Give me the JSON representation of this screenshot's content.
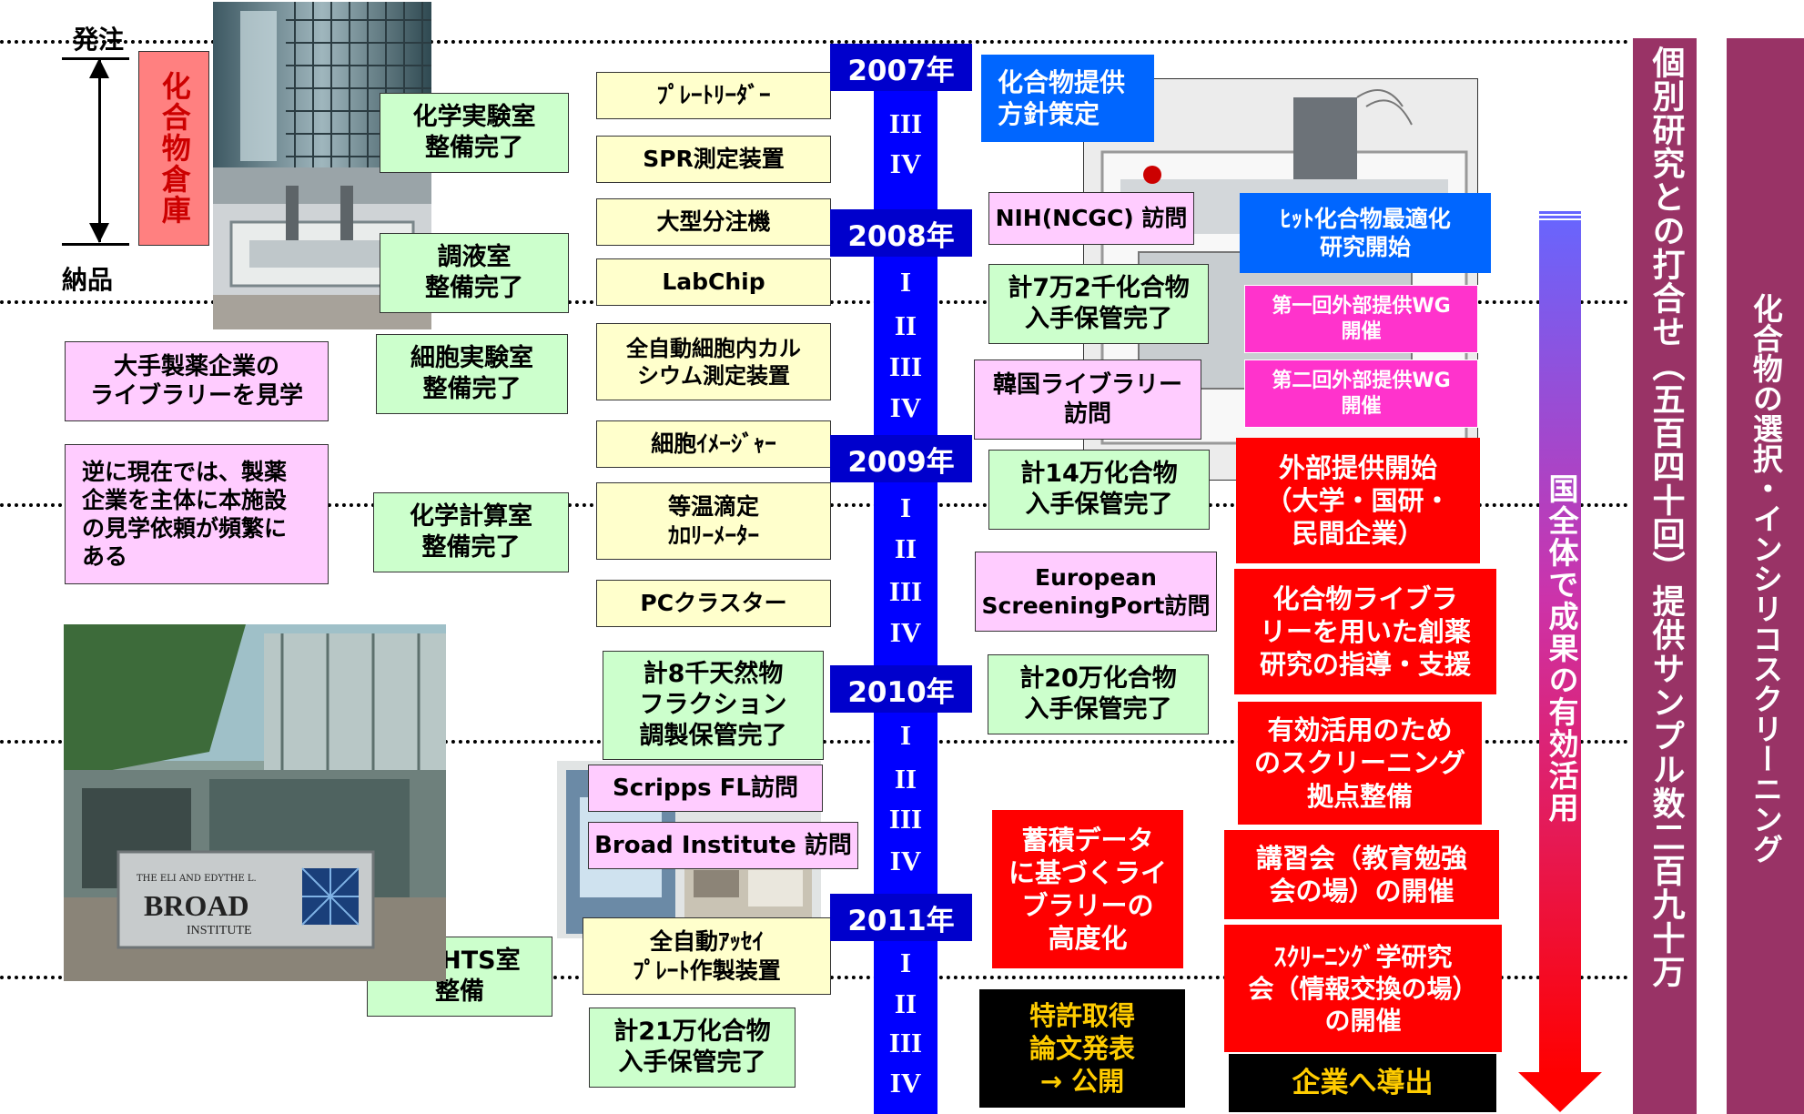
{
  "order_label": "発注",
  "delivery_label": "納品",
  "warehouse": "化合物倉庫",
  "years": [
    "2007年",
    "2008年",
    "2009年",
    "2010年",
    "2011年"
  ],
  "quarters": {
    "q1": "I",
    "q2": "II",
    "q3": "III",
    "q4": "IV"
  },
  "rooms": [
    "化学実験室\n整備完了",
    "調液室\n整備完了",
    "細胞実験室\n整備完了",
    "化学計算室\n整備完了",
    "第2HTS室\n整備"
  ],
  "equipment": [
    "ﾌﾟﾚｰﾄﾘｰﾀﾞｰ",
    "SPR測定装置",
    "大型分注機",
    "LabChip",
    "全自動細胞内カル\nシウム測定装置",
    "細胞ｲﾒｰｼﾞｬｰ",
    "等温滴定\nｶﾛﾘｰﾒｰﾀｰ",
    "PCクラスター",
    "全自動ｱｯｾｲ\nﾌﾟﾚｰﾄ作製装置"
  ],
  "fraction": "計8千天然物\nフラクション\n調製保管完了",
  "visits_left": [
    "Scripps FL訪問",
    "Broad Institute 訪問"
  ],
  "total_2011": "計21万化合物\n入手保管完了",
  "pharma_visit": "大手製薬企業の\nライブラリーを見学",
  "reverse_visit": "逆に現在では、製薬\n企業を主体に本施設\nの見学依頼が頻繁に\nある",
  "policy": "化合物提供\n方針策定",
  "nih": "NIH(NCGC) 訪問",
  "total_70k": "計7万2千化合物\n入手保管完了",
  "korea": "韓国ライブラリー\n訪問",
  "total_140k": "計14万化合物\n入手保管完了",
  "european": "European\nScreeningPort訪問",
  "total_200k": "計20万化合物\n入手保管完了",
  "accumulate": "蓄積データ\nに基づくライ\nブラリーの\n高度化",
  "patent": "特許取得\n論文発表\n→ 公開",
  "hit_opt": "ﾋｯﾄ化合物最適化\n研究開始",
  "wg1": "第一回外部提供WG\n開催",
  "wg2": "第二回外部提供WG\n開催",
  "external": "外部提供開始\n（大学・国研・\n民間企業）",
  "library_guidance": "化合物ライブラ\nリーを用いた創薬\n研究の指導・支援",
  "screening_base": "有効活用のため\nのスクリーニング\n拠点整備",
  "workshop": "講習会（教育勉強\n会の場）の開催",
  "screening_society": "ｽｸﾘｰﾆﾝｸﾞ学研究\n会（情報交換の場）\nの開催",
  "industry": "企業へ導出",
  "nationwide": "国全体で成果の有効活用",
  "meetings": "個別研究との打合せ（五百四十回）提供サンプル数二百九十万",
  "insilico": "化合物の選択・インシリコスクリーニング",
  "broad_sign": {
    "small": "THE ELI AND EDYTHE L.",
    "big": "BROAD",
    "sub": "INSTITUTE"
  },
  "colors": {
    "timeline": "#0000ff",
    "year_box": "#0000cc",
    "red_box": "#ff0000",
    "blue_box": "#0066ff",
    "magenta": "#ff33cc",
    "plum": "#993366",
    "arrow_top": "#6666ff",
    "arrow_bottom": "#ff0000"
  }
}
